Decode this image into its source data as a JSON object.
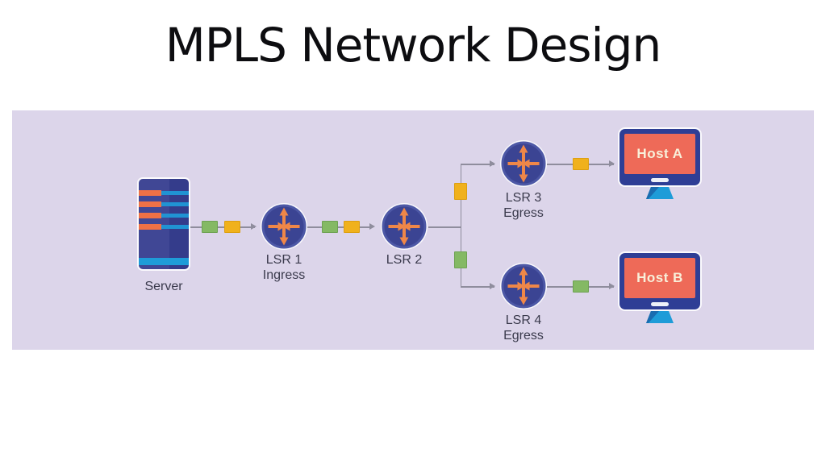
{
  "title": "MPLS Network Design",
  "colors": {
    "page-bg": "#ffffff",
    "panel-bg": "#dcd5ea",
    "title-color": "#0d0d10",
    "label-color": "#3a3a4c",
    "line-color": "#8f8d9d",
    "node-outline": "#fbfafd",
    "router-fill": "#3b4493",
    "router-ring": "#4d58a6",
    "router-arrow": "#ef8748",
    "server-left": "#404795",
    "server-right": "#343c8b",
    "server-stripe-orange": "#ee7146",
    "server-stripe-blue": "#2093d3",
    "server-base": "#1e9cd8",
    "monitor-frame": "#2e3e95",
    "monitor-screen": "#ee6a58",
    "monitor-text": "#f8f0da",
    "stand-blue": "#1e9cd8",
    "stand-shadow": "#1a6cb0",
    "packet-green": "#84b964",
    "packet-green-border": "#6ea253",
    "packet-yellow": "#f0b11c",
    "packet-yellow-border": "#dd9f10"
  },
  "nodes": {
    "server": {
      "label": "Server"
    },
    "lsr1": {
      "line1": "LSR 1",
      "line2": "Ingress"
    },
    "lsr2": {
      "line1": "LSR 2"
    },
    "lsr3": {
      "line1": "LSR 3",
      "line2": "Egress"
    },
    "lsr4": {
      "line1": "LSR 4",
      "line2": "Egress"
    },
    "hostA": {
      "label": "Host A"
    },
    "hostB": {
      "label": "Host B"
    }
  },
  "packets": [
    {
      "segment": "server-to-lsr1",
      "labels": [
        "green",
        "yellow"
      ]
    },
    {
      "segment": "lsr1-to-lsr2",
      "labels": [
        "green",
        "yellow"
      ]
    },
    {
      "segment": "branch-up-to-lsr3",
      "labels": [
        "yellow"
      ]
    },
    {
      "segment": "branch-down-to-lsr4",
      "labels": [
        "green"
      ]
    },
    {
      "segment": "lsr3-to-hostA",
      "labels": [
        "yellow"
      ]
    },
    {
      "segment": "lsr4-to-hostB",
      "labels": [
        "green"
      ]
    }
  ]
}
